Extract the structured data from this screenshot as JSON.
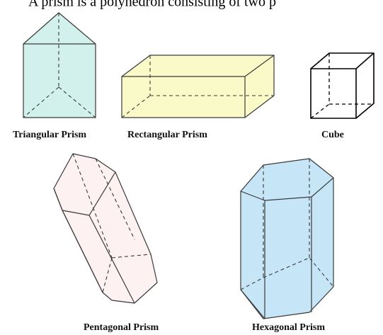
{
  "intro_text": "A prism is a polyhedron consisting of two p",
  "labels": {
    "triangular": "Triangular Prism",
    "rectangular": "Rectangular  Prism",
    "cube": "Cube",
    "pentagonal": "Pentagonal Prism",
    "hexagonal": "Hexagonal  Prism"
  },
  "colors": {
    "triangular_fill": "#d2f0ec",
    "rectangular_fill": "#fafac8",
    "cube_fill": "#ffffff",
    "pentagonal_fill": "#fdf1f1",
    "hexagonal_fill": "#c6e6f8"
  }
}
